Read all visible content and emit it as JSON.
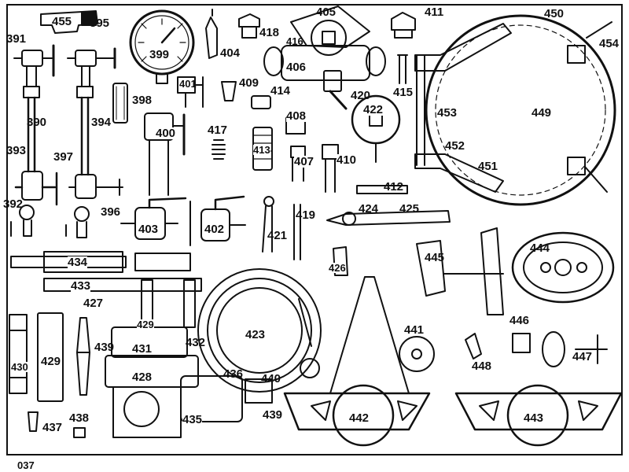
{
  "plate_number": "037",
  "part_numbers": {
    "p390": "390",
    "p391": "391",
    "p392": "392",
    "p393": "393",
    "p394": "394",
    "p395": "395",
    "p396": "396",
    "p397": "397",
    "p398": "398",
    "p399": "399",
    "p400": "400",
    "p401": "401",
    "p402": "402",
    "p403": "403",
    "p404": "404",
    "p405": "405",
    "p406": "406",
    "p407": "407",
    "p408": "408",
    "p409": "409",
    "p410": "410",
    "p411": "411",
    "p412": "412",
    "p413": "413",
    "p414": "414",
    "p415": "415",
    "p416": "416",
    "p417": "417",
    "p418": "418",
    "p419": "419",
    "p420": "420",
    "p421": "421",
    "p422": "422",
    "p423": "423",
    "p424": "424",
    "p425": "425",
    "p426": "426",
    "p427": "427",
    "p428": "428",
    "p429a": "429",
    "p429b": "429",
    "p430": "430",
    "p431": "431",
    "p432": "432",
    "p433": "433",
    "p434": "434",
    "p435": "435",
    "p436": "436",
    "p437": "437",
    "p438": "438",
    "p439a": "439",
    "p439b": "439",
    "p440": "440",
    "p441": "441",
    "p442": "442",
    "p443": "443",
    "p444": "444",
    "p445": "445",
    "p446": "446",
    "p447": "447",
    "p448": "448",
    "p449": "449",
    "p450": "450",
    "p451": "451",
    "p452": "452",
    "p453": "453",
    "p454": "454",
    "p455": "455"
  },
  "colors": {
    "ink": "#111111",
    "paper": "#ffffff"
  }
}
